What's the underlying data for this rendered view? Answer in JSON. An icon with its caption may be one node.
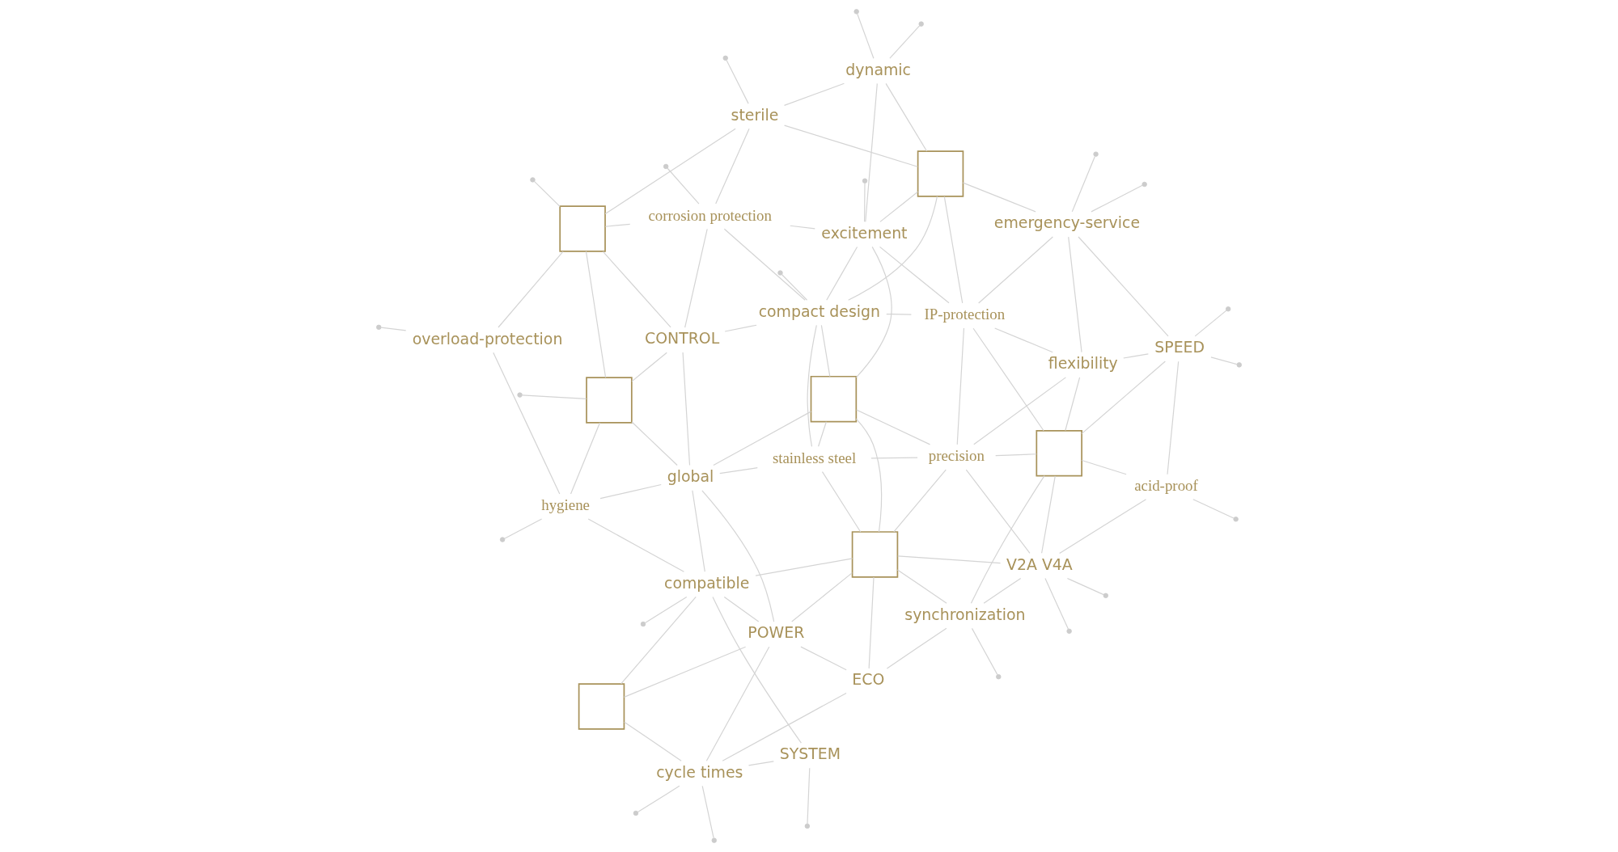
{
  "diagram": {
    "nodes": [
      {
        "text": [
          "hygiene"
        ]
      },
      {
        "text": [
          "SYSTEM"
        ]
      },
      {
        "text": [
          "overload-protection"
        ]
      },
      {
        "text": [
          "compatible"
        ]
      },
      {
        "text": [],
        "shape": "box"
      },
      {
        "text": [
          "cycle times"
        ]
      },
      {
        "text": [
          "ECO"
        ]
      },
      {
        "text": [
          "POWER"
        ]
      },
      {
        "text": [
          "global"
        ]
      },
      {
        "text": [],
        "shape": "box"
      },
      {
        "text": [
          "stainless steel"
        ]
      },
      {
        "text": [],
        "shape": "box"
      },
      {
        "text": [
          "CONTROL"
        ]
      },
      {
        "text": [],
        "shape": "box"
      },
      {
        "text": [
          "synchronization"
        ]
      },
      {
        "text": [
          "V2A V4A"
        ]
      },
      {
        "text": [
          "compact design"
        ]
      },
      {
        "text": [
          "corrosion protection"
        ]
      },
      {
        "text": [],
        "shape": "box"
      },
      {
        "text": [
          "precision"
        ]
      },
      {
        "text": [],
        "shape": "box"
      },
      {
        "text": [
          "excitement"
        ]
      },
      {
        "text": [
          "IP-protection"
        ]
      },
      {
        "text": [
          "flexibility"
        ]
      },
      {
        "text": [
          "sterile"
        ]
      },
      {
        "text": [
          "SPEED"
        ]
      },
      {
        "text": [],
        "shape": "box"
      },
      {
        "text": [
          "dynamic"
        ]
      },
      {
        "text": [
          "emergency-service"
        ]
      },
      {
        "text": [
          "acid-proof"
        ]
      }
    ],
    "edges": [
      {
        "from": 2,
        "to": 0,
        "arrow": "none"
      },
      {
        "from": 2,
        "to": null,
        "arrow": "none"
      },
      {
        "from": 0,
        "to": 9,
        "arrow": "none"
      },
      {
        "from": 0,
        "to": null,
        "arrow": "none"
      },
      {
        "from": 0,
        "to": 8,
        "arrow": "none"
      },
      {
        "from": 0,
        "to": 3,
        "arrow": "none"
      },
      {
        "from": 1,
        "to": null,
        "arrow": "none"
      },
      {
        "from": 1,
        "to": 3,
        "arrow": "none"
      },
      {
        "from": 1,
        "to": 5,
        "arrow": "none"
      },
      {
        "from": 5,
        "to": null,
        "arrow": "none"
      },
      {
        "from": 4,
        "to": 5,
        "arrow": "none"
      },
      {
        "from": 3,
        "to": 4,
        "arrow": "none"
      },
      {
        "from": 3,
        "to": 7,
        "arrow": "none"
      },
      {
        "from": 4,
        "to": 7,
        "arrow": "none"
      },
      {
        "from": 5,
        "to": 7,
        "arrow": "none"
      },
      {
        "from": 5,
        "to": 6,
        "arrow": "none"
      },
      {
        "from": 7,
        "to": 6,
        "arrow": "none"
      },
      {
        "from": 5,
        "to": null,
        "arrow": "none"
      },
      {
        "from": 3,
        "to": null,
        "arrow": "none"
      },
      {
        "from": 3,
        "to": 8,
        "arrow": "none"
      },
      {
        "from": 8,
        "to": 7,
        "arrow": "none"
      },
      {
        "from": 3,
        "to": 13,
        "arrow": "none"
      },
      {
        "from": 7,
        "to": 13,
        "arrow": "none"
      },
      {
        "from": 6,
        "to": 14,
        "arrow": "none"
      },
      {
        "from": 6,
        "to": 13,
        "arrow": "none"
      },
      {
        "from": 14,
        "to": 13,
        "arrow": "none"
      },
      {
        "from": 14,
        "to": null,
        "arrow": "none"
      },
      {
        "from": 14,
        "to": 15,
        "arrow": "none"
      },
      {
        "from": 14,
        "to": 20,
        "arrow": "none"
      },
      {
        "from": 13,
        "to": 15,
        "arrow": "none"
      },
      {
        "from": 15,
        "to": null,
        "arrow": "none"
      },
      {
        "from": 15,
        "to": 20,
        "arrow": "none"
      },
      {
        "from": 15,
        "to": null,
        "arrow": "none"
      },
      {
        "from": 15,
        "to": 29,
        "arrow": "none"
      },
      {
        "from": 19,
        "to": 15,
        "arrow": "none"
      },
      {
        "from": 8,
        "to": 9,
        "arrow": "none"
      },
      {
        "from": 8,
        "to": 12,
        "arrow": "none"
      },
      {
        "from": 8,
        "to": 10,
        "arrow": "none"
      },
      {
        "from": 8,
        "to": 18,
        "arrow": "none"
      },
      {
        "from": 9,
        "to": 11,
        "arrow": "none"
      },
      {
        "from": 9,
        "to": null,
        "arrow": "none"
      },
      {
        "from": 9,
        "to": 12,
        "arrow": "none"
      },
      {
        "from": 11,
        "to": 2,
        "arrow": "none"
      },
      {
        "from": 11,
        "to": null,
        "arrow": "none"
      },
      {
        "from": 11,
        "to": 12,
        "arrow": "none"
      },
      {
        "from": 11,
        "to": 17,
        "arrow": "none"
      },
      {
        "from": 11,
        "to": 24,
        "arrow": "none"
      },
      {
        "from": 10,
        "to": 16,
        "arrow": "none"
      },
      {
        "from": 16,
        "to": null,
        "arrow": "none"
      },
      {
        "from": 10,
        "to": 18,
        "arrow": "none"
      },
      {
        "from": 10,
        "to": 19,
        "arrow": "none"
      },
      {
        "from": 10,
        "to": 13,
        "arrow": "none"
      },
      {
        "from": 12,
        "to": 16,
        "arrow": "none"
      },
      {
        "from": 12,
        "to": 17,
        "arrow": "none"
      },
      {
        "from": 17,
        "to": null,
        "arrow": "none"
      },
      {
        "from": 16,
        "to": 17,
        "arrow": "none"
      },
      {
        "from": 16,
        "to": 18,
        "arrow": "none"
      },
      {
        "from": 16,
        "to": 21,
        "arrow": "none"
      },
      {
        "from": 16,
        "to": 26,
        "arrow": "none"
      },
      {
        "from": 16,
        "to": 22,
        "arrow": "none"
      },
      {
        "from": 18,
        "to": 21,
        "arrow": "none"
      },
      {
        "from": 18,
        "to": 13,
        "arrow": "none"
      },
      {
        "from": 18,
        "to": 19,
        "arrow": "none"
      },
      {
        "from": 13,
        "to": 19,
        "arrow": "none"
      },
      {
        "from": 19,
        "to": 20,
        "arrow": "none"
      },
      {
        "from": 19,
        "to": 22,
        "arrow": "none"
      },
      {
        "from": 19,
        "to": 23,
        "arrow": "none"
      },
      {
        "from": 20,
        "to": 23,
        "arrow": "none"
      },
      {
        "from": 22,
        "to": 20,
        "arrow": "none"
      },
      {
        "from": 20,
        "to": 25,
        "arrow": "none"
      },
      {
        "from": 20,
        "to": 29,
        "arrow": "none"
      },
      {
        "from": 17,
        "to": 24,
        "arrow": "none"
      },
      {
        "from": 17,
        "to": 21,
        "arrow": "none"
      },
      {
        "from": 21,
        "to": null,
        "arrow": "none"
      },
      {
        "from": 21,
        "to": 22,
        "arrow": "none"
      },
      {
        "from": 21,
        "to": 26,
        "arrow": "none"
      },
      {
        "from": 21,
        "to": 27,
        "arrow": "none"
      },
      {
        "from": 24,
        "to": 26,
        "arrow": "none"
      },
      {
        "from": 24,
        "to": null,
        "arrow": "none"
      },
      {
        "from": 24,
        "to": 27,
        "arrow": "none"
      },
      {
        "from": 27,
        "to": 26,
        "arrow": "none"
      },
      {
        "from": 27,
        "to": null,
        "arrow": "none"
      },
      {
        "from": 27,
        "to": null,
        "arrow": "none"
      },
      {
        "from": 22,
        "to": 26,
        "arrow": "none"
      },
      {
        "from": 22,
        "to": 23,
        "arrow": "none"
      },
      {
        "from": 22,
        "to": 28,
        "arrow": "none"
      },
      {
        "from": 26,
        "to": 28,
        "arrow": "none"
      },
      {
        "from": 28,
        "to": null,
        "arrow": "none"
      },
      {
        "from": 28,
        "to": 23,
        "arrow": "none"
      },
      {
        "from": 28,
        "to": 25,
        "arrow": "none"
      },
      {
        "from": 28,
        "to": null,
        "arrow": "none"
      },
      {
        "from": 23,
        "to": 25,
        "arrow": "none"
      },
      {
        "from": 25,
        "to": null,
        "arrow": "none"
      },
      {
        "from": 25,
        "to": null,
        "arrow": "none"
      },
      {
        "from": 25,
        "to": 29,
        "arrow": "none"
      },
      {
        "from": 29,
        "to": null,
        "arrow": "none"
      }
    ]
  }
}
